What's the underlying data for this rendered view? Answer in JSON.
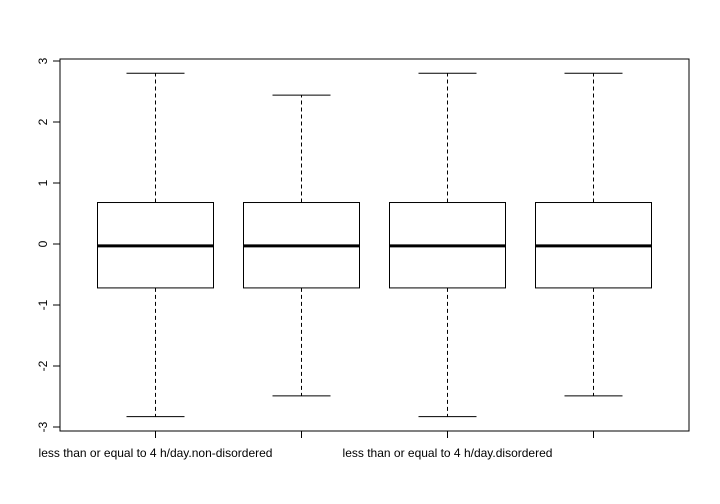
{
  "chart_data": {
    "type": "boxplot",
    "title": "",
    "xlabel": "",
    "ylabel": "",
    "ylim": [
      -3,
      3
    ],
    "yticks": [
      -3,
      -2,
      -1,
      0,
      1,
      2,
      3
    ],
    "ytick_labels": [
      "-3",
      "-2",
      "-1",
      "0",
      "1",
      "2",
      "3"
    ],
    "categories": [
      "less than or equal to 4 h/day.non-disordered",
      "",
      "less than or equal to 4 h/day.disordered",
      ""
    ],
    "boxes": [
      {
        "whisker_low": -2.83,
        "q1": -0.72,
        "median": -0.03,
        "q3": 0.68,
        "whisker_high": 2.8
      },
      {
        "whisker_low": -2.49,
        "q1": -0.72,
        "median": -0.03,
        "q3": 0.68,
        "whisker_high": 2.44
      },
      {
        "whisker_low": -2.83,
        "q1": -0.72,
        "median": -0.03,
        "q3": 0.68,
        "whisker_high": 2.8
      },
      {
        "whisker_low": -2.49,
        "q1": -0.72,
        "median": -0.03,
        "q3": 0.68,
        "whisker_high": 2.8
      }
    ],
    "grid": false,
    "legend": "none"
  }
}
